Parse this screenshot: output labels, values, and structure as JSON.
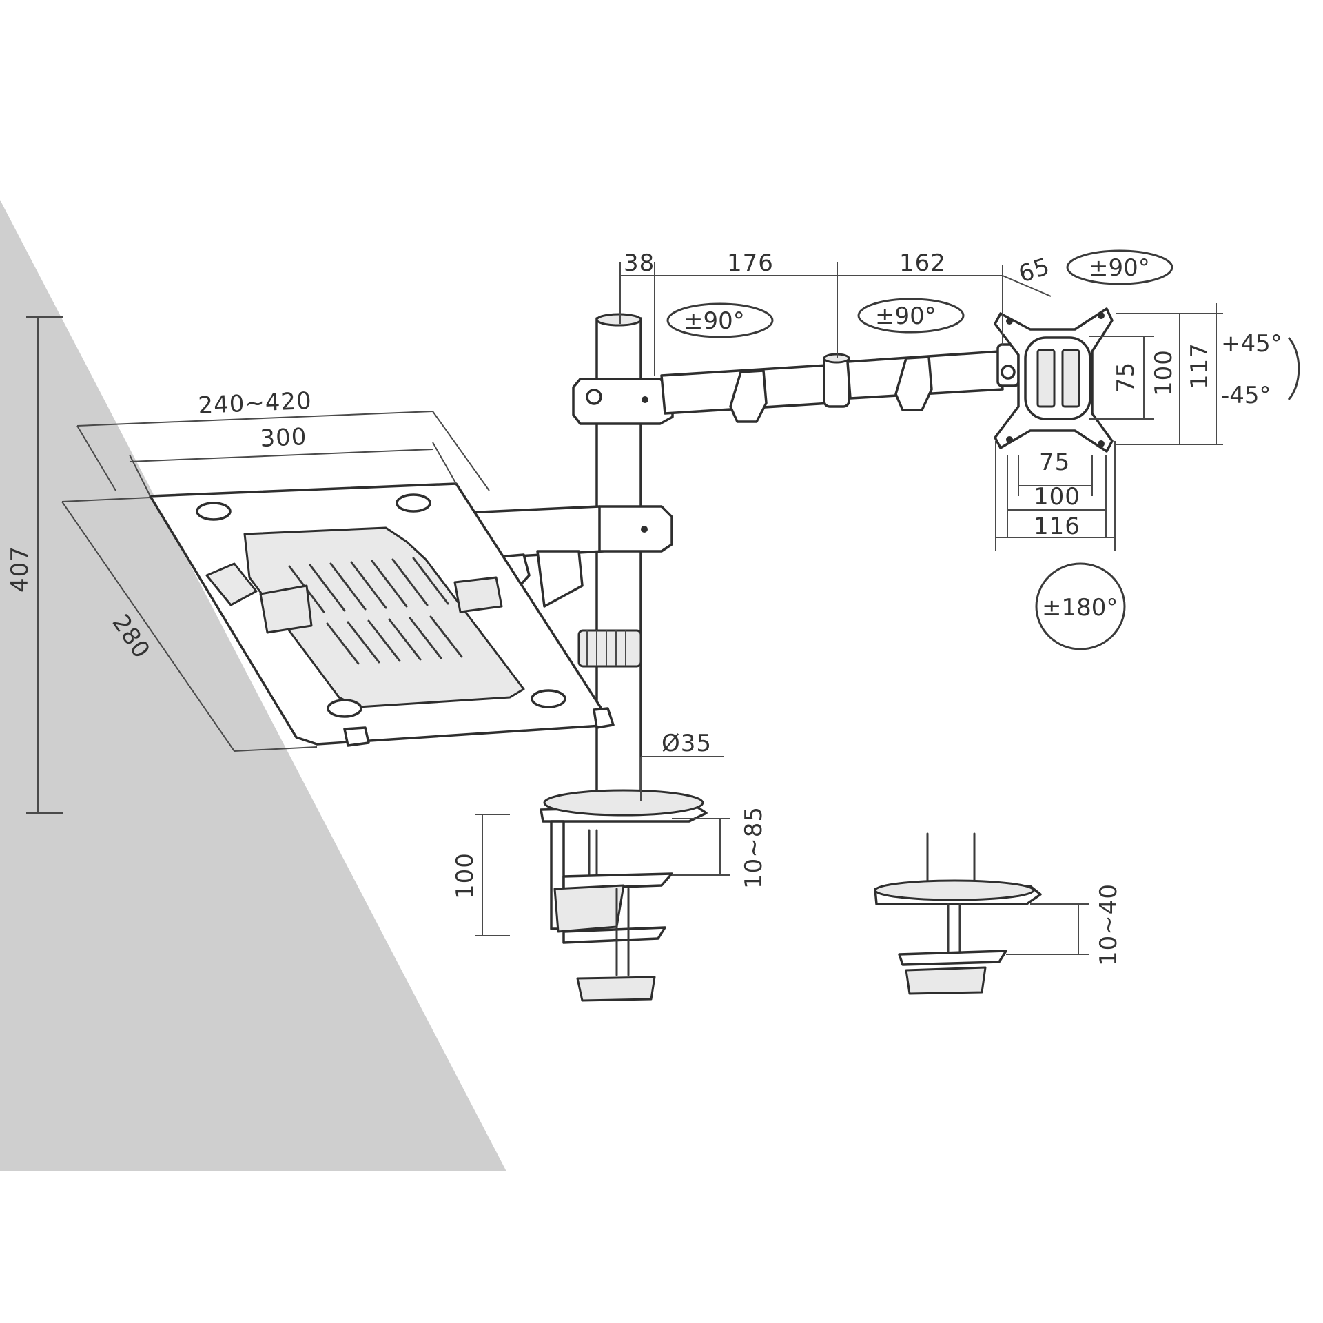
{
  "colors": {
    "background": "#ffffff",
    "wall_shade": "#cfcfcf",
    "line": "#333333"
  },
  "dimensions": {
    "pole_offset": "38",
    "arm_segment_1": "176",
    "arm_segment_2": "162",
    "tilt_head_depth": "65",
    "laptop_tray_width_range": "240~420",
    "laptop_tray_width": "300",
    "laptop_tray_depth": "280",
    "tray_height": "407",
    "pole_diameter": "Ø35",
    "clamp_height": "100",
    "clamp_range": "10~85",
    "grommet_range": "10~40",
    "vesa_horizontal": [
      "75",
      "100",
      "116"
    ],
    "vesa_vertical": [
      "75",
      "100",
      "117"
    ]
  },
  "rotations": {
    "arm_joint_1": "±90°",
    "arm_joint_2": "±90°",
    "head_swivel": "±90°",
    "tilt_up": "+45°",
    "tilt_down": "-45°",
    "rotation": "±180°"
  }
}
